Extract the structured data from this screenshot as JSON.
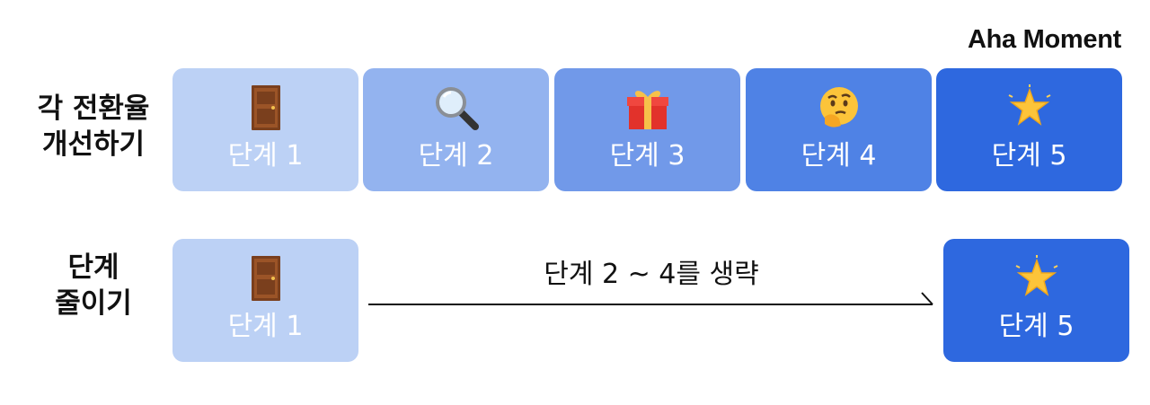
{
  "labels": {
    "top_line1": "각 전환율",
    "top_line2": "개선하기",
    "bottom_line1": "단계",
    "bottom_line2": "줄이기",
    "aha": "Aha Moment"
  },
  "top_steps": [
    {
      "label": "단계 1",
      "icon": "door-icon",
      "color": "#bcd1f5"
    },
    {
      "label": "단계 2",
      "icon": "magnifier-icon",
      "color": "#93b3ef"
    },
    {
      "label": "단계 3",
      "icon": "gift-icon",
      "color": "#7199e9"
    },
    {
      "label": "단계 4",
      "icon": "thinking-face-icon",
      "color": "#4f82e5"
    },
    {
      "label": "단계 5",
      "icon": "glowing-star-icon",
      "color": "#2e68df"
    }
  ],
  "bottom_steps": [
    {
      "label": "단계 1",
      "icon": "door-icon",
      "color": "#bcd1f5"
    },
    {
      "label": "단계 5",
      "icon": "glowing-star-icon",
      "color": "#2e68df"
    }
  ],
  "skip_text": "단계 2 ~ 4를 생략"
}
